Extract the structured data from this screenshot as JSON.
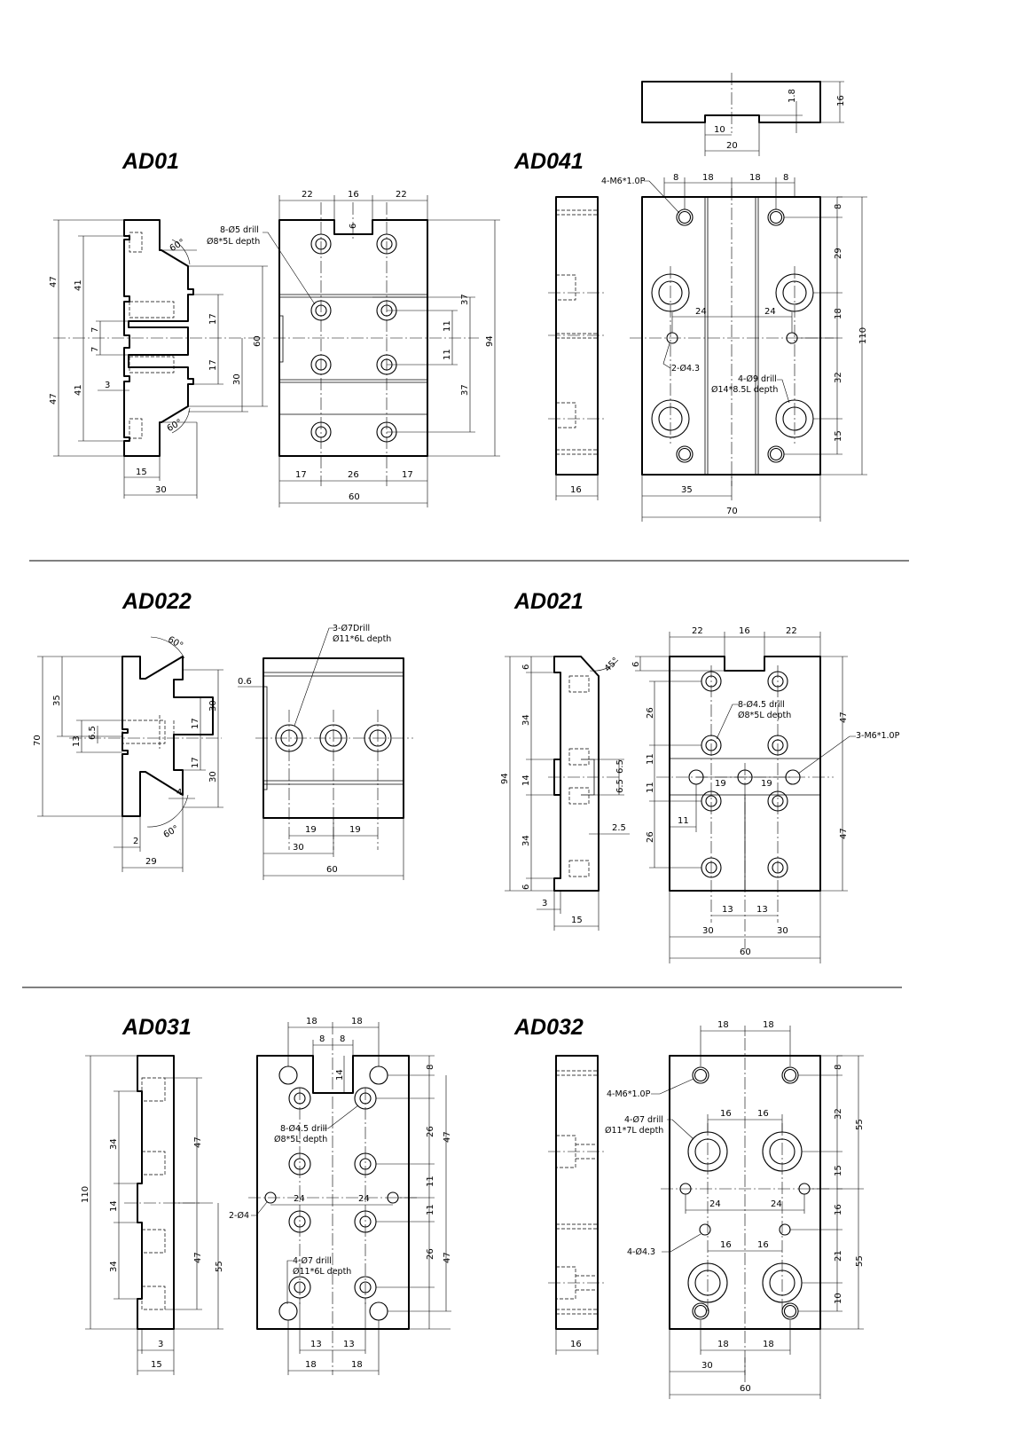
{
  "titles": {
    "ad01": "AD01",
    "ad041": "AD041",
    "ad022": "AD022",
    "ad021": "AD021",
    "ad031": "AD031",
    "ad032": "AD032"
  },
  "notes": {
    "ad01_drill": "8-Ø5 drill",
    "ad01_depth": "Ø8*5L depth",
    "ad041_tap": "4-M6*1.0P",
    "ad041_small": "2-Ø4.3",
    "ad041_drill": "4-Ø9 drill",
    "ad041_depth": "Ø14*8.5L depth",
    "ad022_drill": "3-Ø7Drill",
    "ad022_depth": "Ø11*6L depth",
    "ad021_drill": "8-Ø4.5 drill",
    "ad021_depth": "Ø8*5L depth",
    "ad021_tap": "3-M6*1.0P",
    "ad031_drill": "8-Ø4.5 drill",
    "ad031_depth": "Ø8*5L depth",
    "ad031_small": "2-Ø4",
    "ad031_drill2": "4-Ø7 drill",
    "ad031_depth2": "Ø11*6L depth",
    "ad032_tap": "4-M6*1.0P",
    "ad032_drill": "4-Ø7 drill",
    "ad032_depth": "Ø11*7L depth",
    "ad032_small": "4-Ø4.3"
  },
  "dims": {
    "d1_8": "1.8",
    "d16": "16",
    "d10": "10",
    "d20": "20",
    "d22": "22",
    "d6": "6",
    "d47": "47",
    "d41": "41",
    "d7": "7",
    "d3": "3",
    "d17": "17",
    "d30": "30",
    "d15": "15",
    "d60": "60",
    "d37": "37",
    "d11": "11",
    "d94": "94",
    "d26": "26",
    "d8": "8",
    "d18": "18",
    "d29": "29",
    "d24": "24",
    "d32": "32",
    "d110": "110",
    "d35": "35",
    "d70": "70",
    "d0_6": "0.6",
    "d6_5": "6.5",
    "d13": "13",
    "d4": "4",
    "d2": "2",
    "d29w": "29",
    "d19": "19",
    "d34": "34",
    "d14": "14",
    "d2_5": "2.5",
    "d55": "55",
    "d21": "21",
    "d10v": "10",
    "a60": "60°",
    "a45": "45°"
  }
}
